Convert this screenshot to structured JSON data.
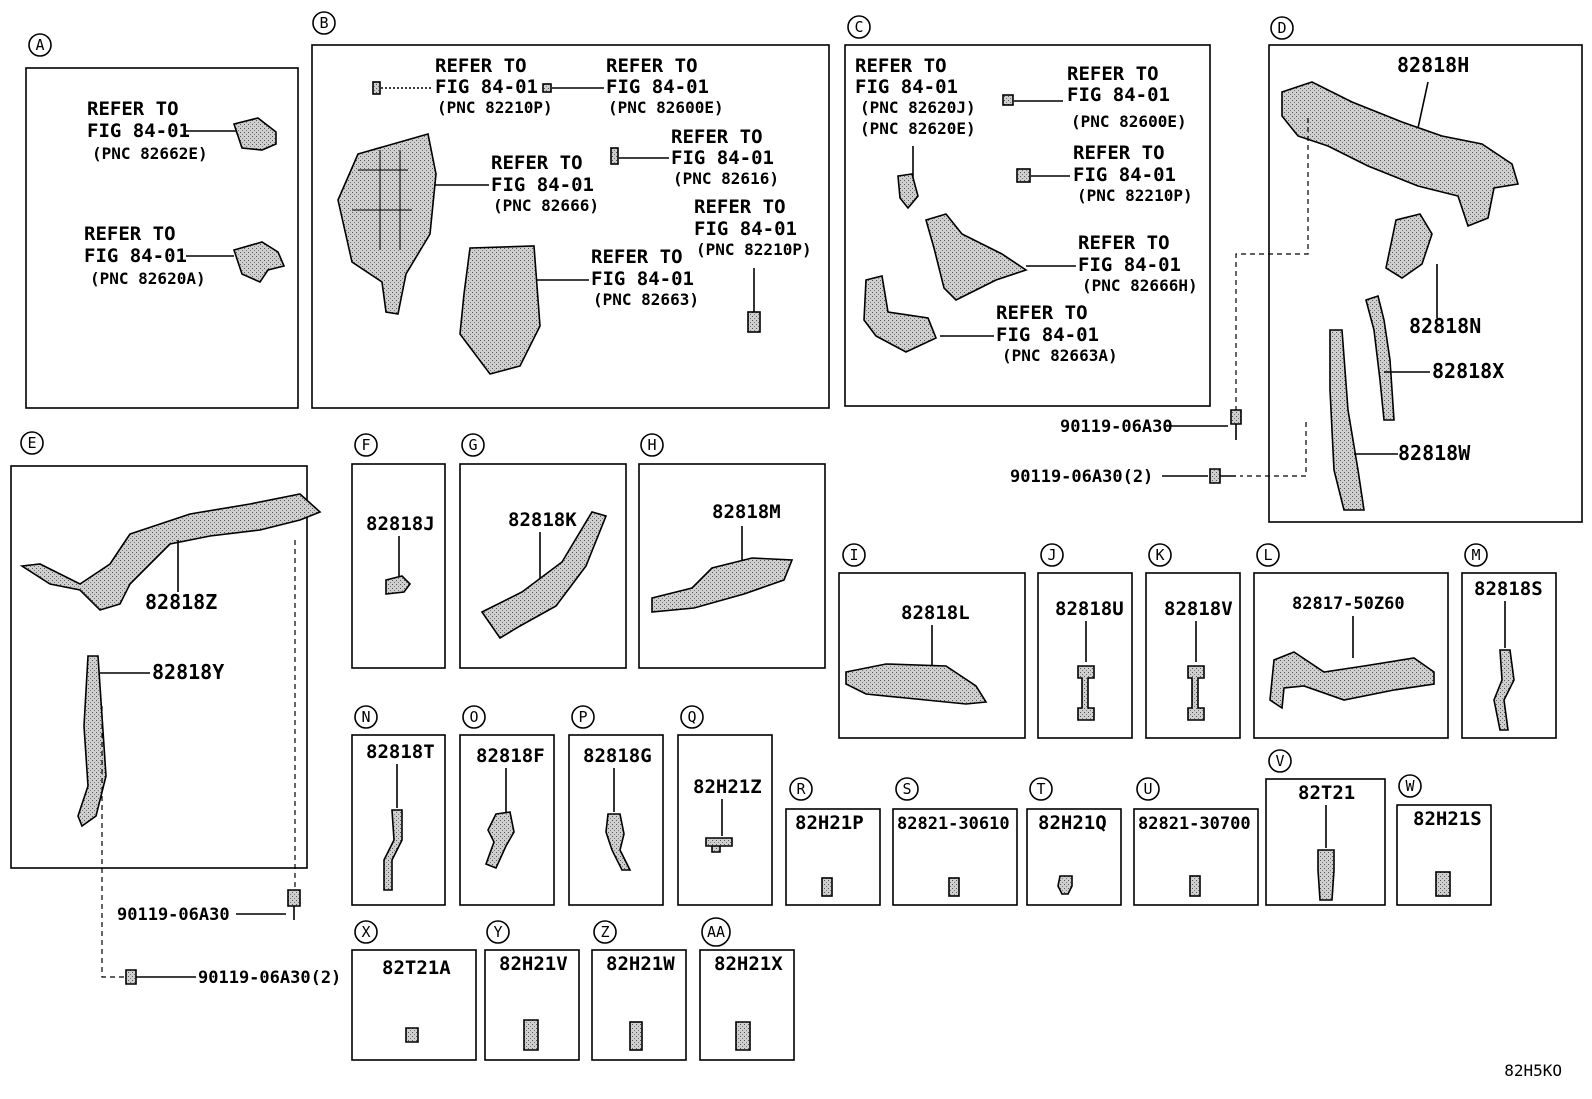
{
  "diagram_code": "82H5KO",
  "sections": {
    "A": {
      "letter": "A",
      "refs": [
        {
          "refer": "REFER TO",
          "fig": "FIG 84-01",
          "pnc": "(PNC 82662E)"
        },
        {
          "refer": "REFER TO",
          "fig": "FIG 84-01",
          "pnc": "(PNC 82620A)"
        }
      ]
    },
    "B": {
      "letter": "B",
      "refs": [
        {
          "refer": "REFER TO",
          "fig": "FIG 84-01",
          "pnc": "(PNC 82210P)"
        },
        {
          "refer": "REFER TO",
          "fig": "FIG 84-01",
          "pnc": "(PNC 82600E)"
        },
        {
          "refer": "REFER TO",
          "fig": "FIG 84-01",
          "pnc": "(PNC 82616)"
        },
        {
          "refer": "REFER TO",
          "fig": "FIG 84-01",
          "pnc": "(PNC 82666)"
        },
        {
          "refer": "REFER TO",
          "fig": "FIG 84-01",
          "pnc": "(PNC 82210P)"
        },
        {
          "refer": "REFER TO",
          "fig": "FIG 84-01",
          "pnc": "(PNC 82663)"
        }
      ]
    },
    "C": {
      "letter": "C",
      "ref_j_refer": "REFER TO",
      "ref_j_fig": "FIG 84-01",
      "ref_j_pnc1": "(PNC 82620J)",
      "ref_j_pnc2": "(PNC 82620E)",
      "refs": [
        {
          "refer": "REFER TO",
          "fig": "FIG 84-01",
          "pnc": "(PNC 82600E)"
        },
        {
          "refer": "REFER TO",
          "fig": "FIG 84-01",
          "pnc": "(PNC 82210P)"
        },
        {
          "refer": "REFER TO",
          "fig": "FIG 84-01",
          "pnc": "(PNC 82666H)"
        },
        {
          "refer": "REFER TO",
          "fig": "FIG 84-01",
          "pnc": "(PNC 82663A)"
        }
      ]
    },
    "D": {
      "letter": "D",
      "parts": [
        "82818H",
        "82818N",
        "82818X",
        "82818W"
      ],
      "bolt1": "90119-06A30",
      "bolt2": "90119-06A30(2)"
    },
    "E": {
      "letter": "E",
      "parts": [
        "82818Z",
        "82818Y"
      ],
      "bolt1": "90119-06A30",
      "bolt2": "90119-06A30(2)"
    },
    "small": [
      {
        "letter": "F",
        "part": "82818J"
      },
      {
        "letter": "G",
        "part": "82818K"
      },
      {
        "letter": "H",
        "part": "82818M"
      },
      {
        "letter": "I",
        "part": "82818L"
      },
      {
        "letter": "J",
        "part": "82818U"
      },
      {
        "letter": "K",
        "part": "82818V"
      },
      {
        "letter": "L",
        "part": "82817-50Z60"
      },
      {
        "letter": "M",
        "part": "82818S"
      },
      {
        "letter": "N",
        "part": "82818T"
      },
      {
        "letter": "O",
        "part": "82818F"
      },
      {
        "letter": "P",
        "part": "82818G"
      },
      {
        "letter": "Q",
        "part": "82H21Z"
      },
      {
        "letter": "R",
        "part": "82H21P"
      },
      {
        "letter": "S",
        "part": "82821-30610"
      },
      {
        "letter": "T",
        "part": "82H21Q"
      },
      {
        "letter": "U",
        "part": "82821-30700"
      },
      {
        "letter": "V",
        "part": "82T21"
      },
      {
        "letter": "W",
        "part": "82H21S"
      },
      {
        "letter": "X",
        "part": "82T21A"
      },
      {
        "letter": "Y",
        "part": "82H21V"
      },
      {
        "letter": "Z",
        "part": "82H21W"
      },
      {
        "letter": "AA",
        "part": "82H21X"
      }
    ]
  }
}
